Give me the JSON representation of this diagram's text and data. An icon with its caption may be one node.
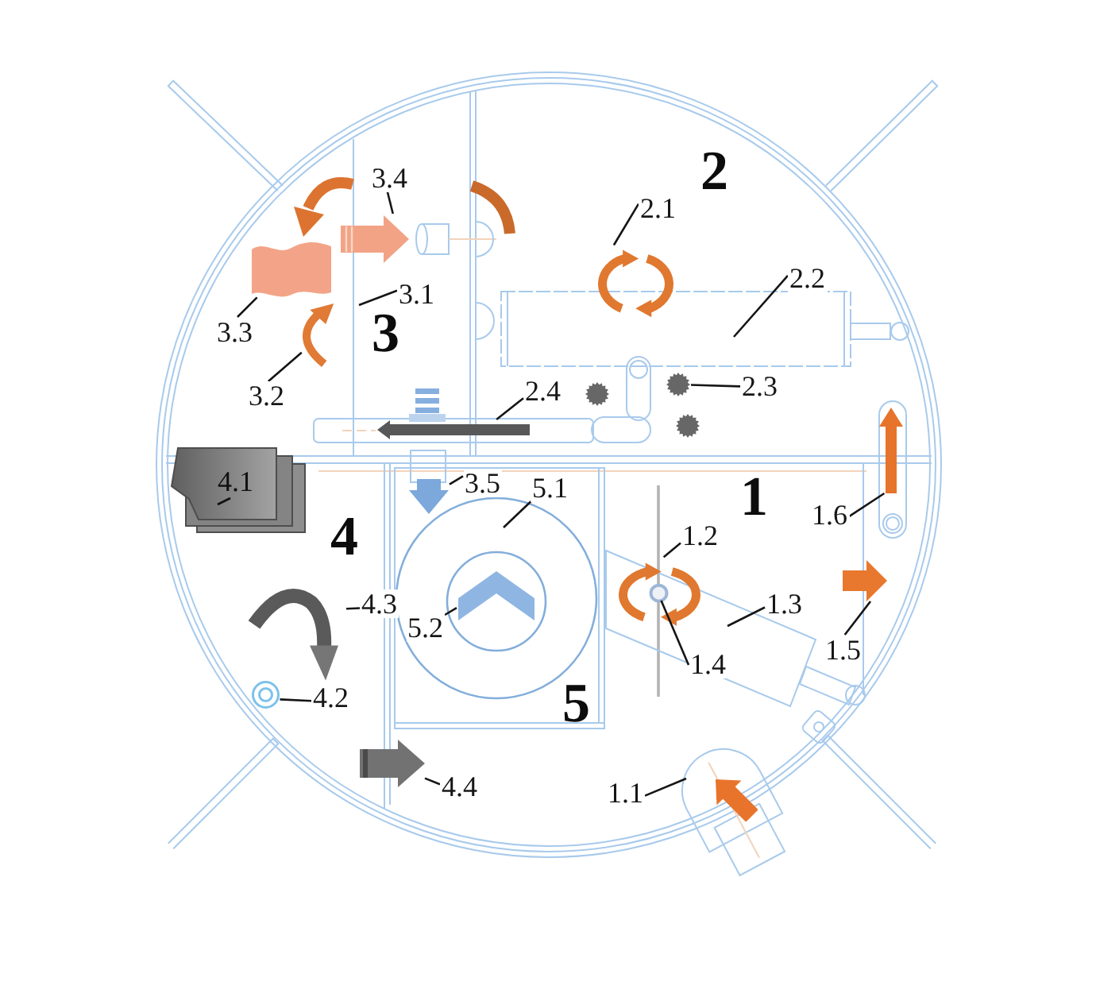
{
  "diagram": {
    "nodes": [
      {
        "text": [
          "3.4"
        ]
      },
      {
        "text": [],
        "shape": "arrow"
      },
      {
        "text": [
          "2.1"
        ]
      },
      {
        "text": [],
        "shape": "arrow"
      },
      {
        "text": [
          "2.2"
        ]
      },
      {
        "text": [
          "3.1"
        ]
      },
      {
        "text": [
          "3.3"
        ]
      },
      {
        "text": [],
        "shape": "box"
      },
      {
        "text": [
          "2.3"
        ]
      },
      {
        "text": [],
        "shape": "gear"
      },
      {
        "text": [
          "2.4"
        ]
      },
      {
        "text": [],
        "shape": "arrow"
      },
      {
        "text": [
          "3.2"
        ]
      },
      {
        "text": [],
        "shape": "arrow"
      },
      {
        "text": [
          "4.1"
        ]
      },
      {
        "text": [
          "3.5"
        ]
      },
      {
        "text": [],
        "shape": "arrow"
      },
      {
        "text": [
          "5.1"
        ]
      },
      {
        "text": [
          "1.6"
        ]
      },
      {
        "text": [],
        "shape": "arrow"
      },
      {
        "text": [
          "1.2"
        ]
      },
      {
        "text": [],
        "shape": "arrow"
      },
      {
        "text": [],
        "shape": "circle",
        "in": 21
      },
      {
        "text": [
          "1.3"
        ]
      },
      {
        "text": [
          "4.3"
        ]
      },
      {
        "text": [],
        "shape": "arrow"
      },
      {
        "text": [
          "5.2"
        ]
      },
      {
        "text": [],
        "shape": "chevron"
      },
      {
        "text": [
          "1.5"
        ]
      },
      {
        "text": [],
        "shape": "arrow"
      },
      {
        "text": [
          "1.4"
        ]
      },
      {
        "text": [],
        "shape": "circle"
      },
      {
        "text": [
          "4.2"
        ]
      },
      {
        "text": [],
        "shape": "arrow"
      },
      {
        "text": [
          "4.4"
        ]
      },
      {
        "text": [
          "1.1"
        ]
      }
    ],
    "edges": [
      {
        "from": 0,
        "to": 1,
        "arrow": "none"
      },
      {
        "from": 2,
        "to": 3,
        "arrow": "none"
      },
      {
        "from": 4,
        "to": null,
        "arrow": "none"
      },
      {
        "from": 5,
        "to": null,
        "arrow": "none"
      },
      {
        "from": 6,
        "to": 7,
        "arrow": "none"
      },
      {
        "from": 8,
        "to": 9,
        "arrow": "none"
      },
      {
        "from": 10,
        "to": 11,
        "arrow": "none"
      },
      {
        "from": 12,
        "to": 13,
        "arrow": "none"
      },
      {
        "from": 15,
        "to": 16,
        "arrow": "none"
      },
      {
        "from": 17,
        "to": null,
        "arrow": "none"
      },
      {
        "from": 18,
        "to": 19,
        "arrow": "none"
      },
      {
        "from": 20,
        "to": 21,
        "arrow": "none"
      },
      {
        "from": 23,
        "to": null,
        "arrow": "none"
      },
      {
        "from": 24,
        "to": 25,
        "arrow": "none"
      },
      {
        "from": 26,
        "to": 27,
        "arrow": "none"
      },
      {
        "from": 28,
        "to": 29,
        "arrow": "none"
      },
      {
        "from": 30,
        "to": 22,
        "arrow": "none"
      },
      {
        "from": 32,
        "to": 31,
        "arrow": "none"
      },
      {
        "from": 34,
        "to": 33,
        "arrow": "none"
      },
      {
        "from": 35,
        "to": null,
        "arrow": "none"
      }
    ],
    "labels": [
      "2",
      "3",
      "1",
      "4",
      "5"
    ]
  }
}
